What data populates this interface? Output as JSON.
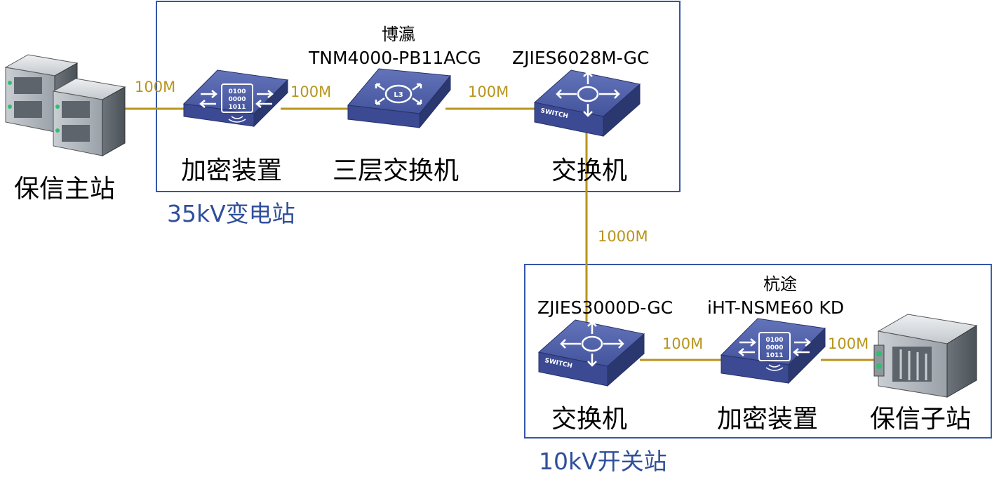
{
  "colors": {
    "link": "#b8951c",
    "box_border": "#3356a8",
    "station_label": "#2f4f9a",
    "device_top": "#4e5fa8",
    "device_side": "#303d82"
  },
  "stations": {
    "substation_35kv": {
      "label": "35kV变电站",
      "devices": {
        "encryptor": {
          "label": "加密装置",
          "icon": "encryption-device-icon"
        },
        "l3_switch": {
          "label": "三层交换机",
          "vendor": "博瀛",
          "model": "TNM4000-PB11ACG",
          "icon": "layer3-switch-icon"
        },
        "switch": {
          "label": "交换机",
          "model": "ZJIES6028M-GC",
          "icon": "switch-icon",
          "badge": "SWITCH"
        }
      }
    },
    "switching_10kv": {
      "label": "10kV开关站",
      "devices": {
        "switch": {
          "label": "交换机",
          "model": "ZJIES3000D-GC",
          "icon": "switch-icon",
          "badge": "SWITCH"
        },
        "encryptor": {
          "label": "加密装置",
          "vendor": "杭途",
          "model": "iHT-NSME60 KD",
          "icon": "encryption-device-icon"
        }
      }
    }
  },
  "endpoints": {
    "master": {
      "label": "保信主站",
      "icon": "server-cluster-icon"
    },
    "slave": {
      "label": "保信子站",
      "icon": "server-icon"
    }
  },
  "links": [
    {
      "id": "master-to-encryptor",
      "speed": "100M"
    },
    {
      "id": "encryptor-to-l3switch",
      "speed": "100M"
    },
    {
      "id": "l3switch-to-switch",
      "speed": "100M"
    },
    {
      "id": "switch-to-switch",
      "speed": "1000M"
    },
    {
      "id": "switch-to-encryptor-10kv",
      "speed": "100M"
    },
    {
      "id": "encryptor-to-slave",
      "speed": "100M"
    }
  ],
  "icon_text": {
    "binary": [
      "0100",
      "0000",
      "1011"
    ]
  }
}
